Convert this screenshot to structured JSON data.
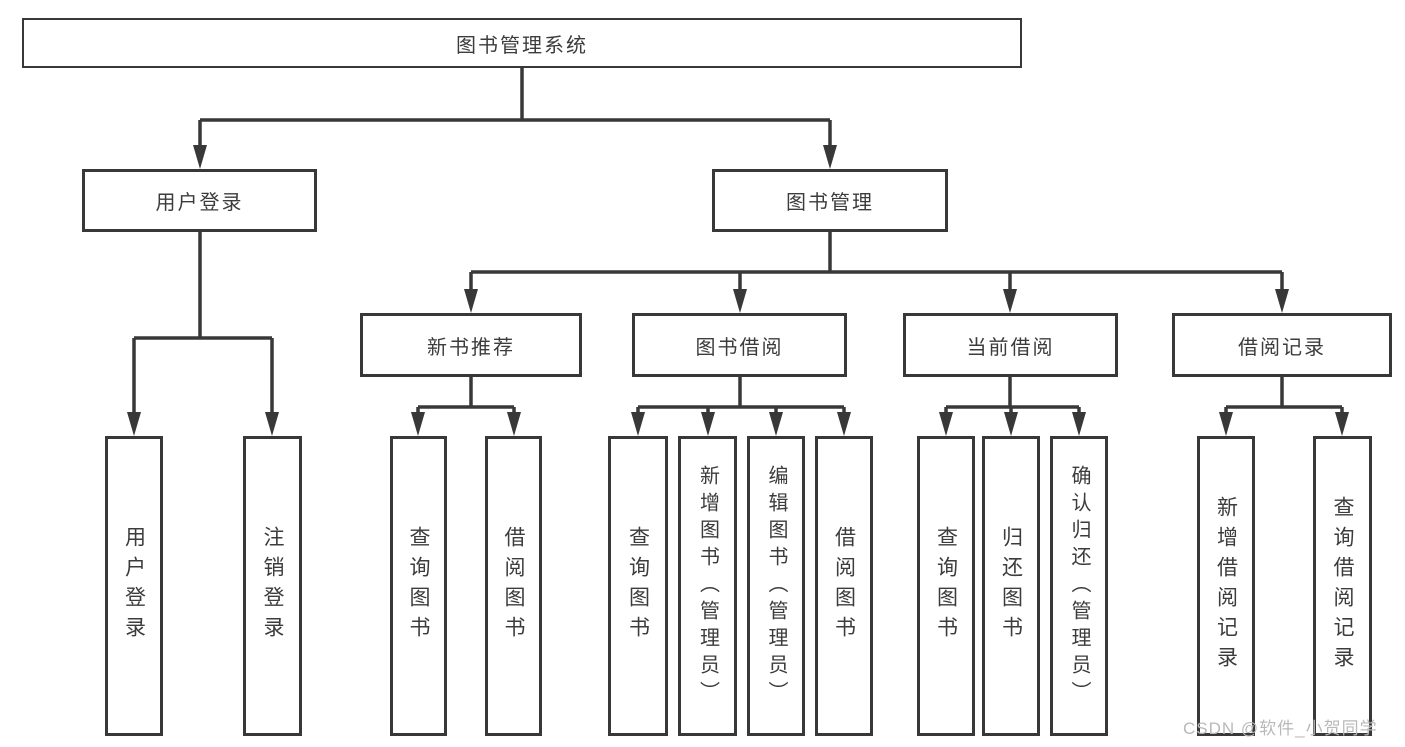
{
  "diagram": {
    "root": {
      "label": "图书管理系统"
    },
    "level2": [
      {
        "label": "用户登录"
      },
      {
        "label": "图书管理"
      }
    ],
    "level3": [
      {
        "label": "新书推荐"
      },
      {
        "label": "图书借阅"
      },
      {
        "label": "当前借阅"
      },
      {
        "label": "借阅记录"
      }
    ],
    "leaves": {
      "user_login": [
        "用户登录",
        "注销登录"
      ],
      "new_book": [
        "查询图书",
        "借阅图书"
      ],
      "book_borrow": [
        "查询图书",
        "新增图书（管理员）",
        "编辑图书（管理员）",
        "借阅图书"
      ],
      "current_borrow": [
        "查询图书",
        "归还图书",
        "确认归还（管理员）"
      ],
      "borrow_records": [
        "新增借阅记录",
        "查询借阅记录"
      ]
    }
  },
  "watermark": {
    "text": "CSDN @软件_小贺同学"
  },
  "colors": {
    "line": "#383838",
    "box_border": "#383838",
    "text": "#3c3c3c",
    "watermark": "#b9b9b9",
    "background": "#ffffff"
  }
}
